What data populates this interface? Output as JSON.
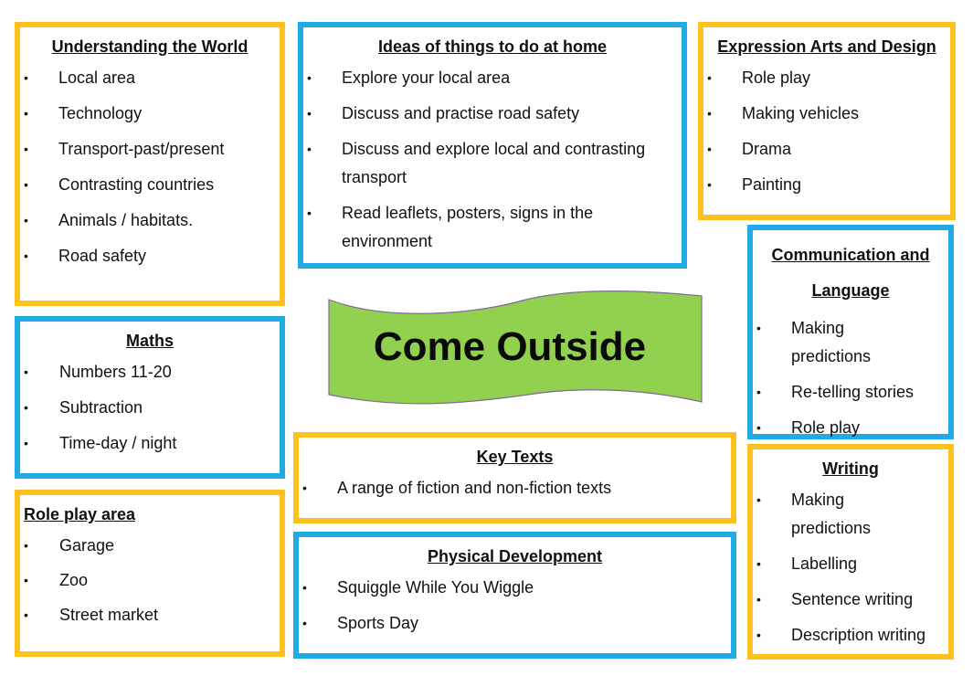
{
  "understanding": {
    "title": "Understanding the World",
    "items": [
      "Local area",
      "Technology",
      "Transport-past/present",
      "Contrasting countries",
      "Animals / habitats.",
      "Road safety"
    ]
  },
  "ideas": {
    "title": "Ideas of things to do at home",
    "items": [
      "Explore your local area",
      "Discuss and practise road safety",
      "Discuss and explore local and contrasting transport",
      "Read leaflets, posters, signs in the environment"
    ]
  },
  "expression": {
    "title": "Expression Arts and Design",
    "items": [
      "Role play",
      "Making vehicles",
      "Drama",
      "Painting"
    ]
  },
  "communication": {
    "title": "Communication and Language",
    "items": [
      "Making predictions",
      "Re-telling stories",
      "Role play"
    ]
  },
  "maths": {
    "title": "Maths",
    "items": [
      "Numbers 11-20",
      "Subtraction",
      "Time-day / night"
    ]
  },
  "banner": {
    "text": "Come Outside",
    "fill": "#92d050"
  },
  "key_texts": {
    "title": "Key Texts",
    "items": [
      "A range of fiction and non-fiction texts"
    ]
  },
  "roleplay": {
    "title": "Role play area",
    "items": [
      "Garage",
      "Zoo",
      "Street market"
    ]
  },
  "physical": {
    "title": "Physical Development",
    "items": [
      "Squiggle While You Wiggle",
      "Sports Day"
    ]
  },
  "writing": {
    "title": "Writing",
    "items": [
      "Making predictions",
      "Labelling",
      "Sentence writing",
      "Description writing"
    ]
  },
  "colors": {
    "yellow_border": "#fcc11d",
    "blue_border": "#21abe6"
  }
}
